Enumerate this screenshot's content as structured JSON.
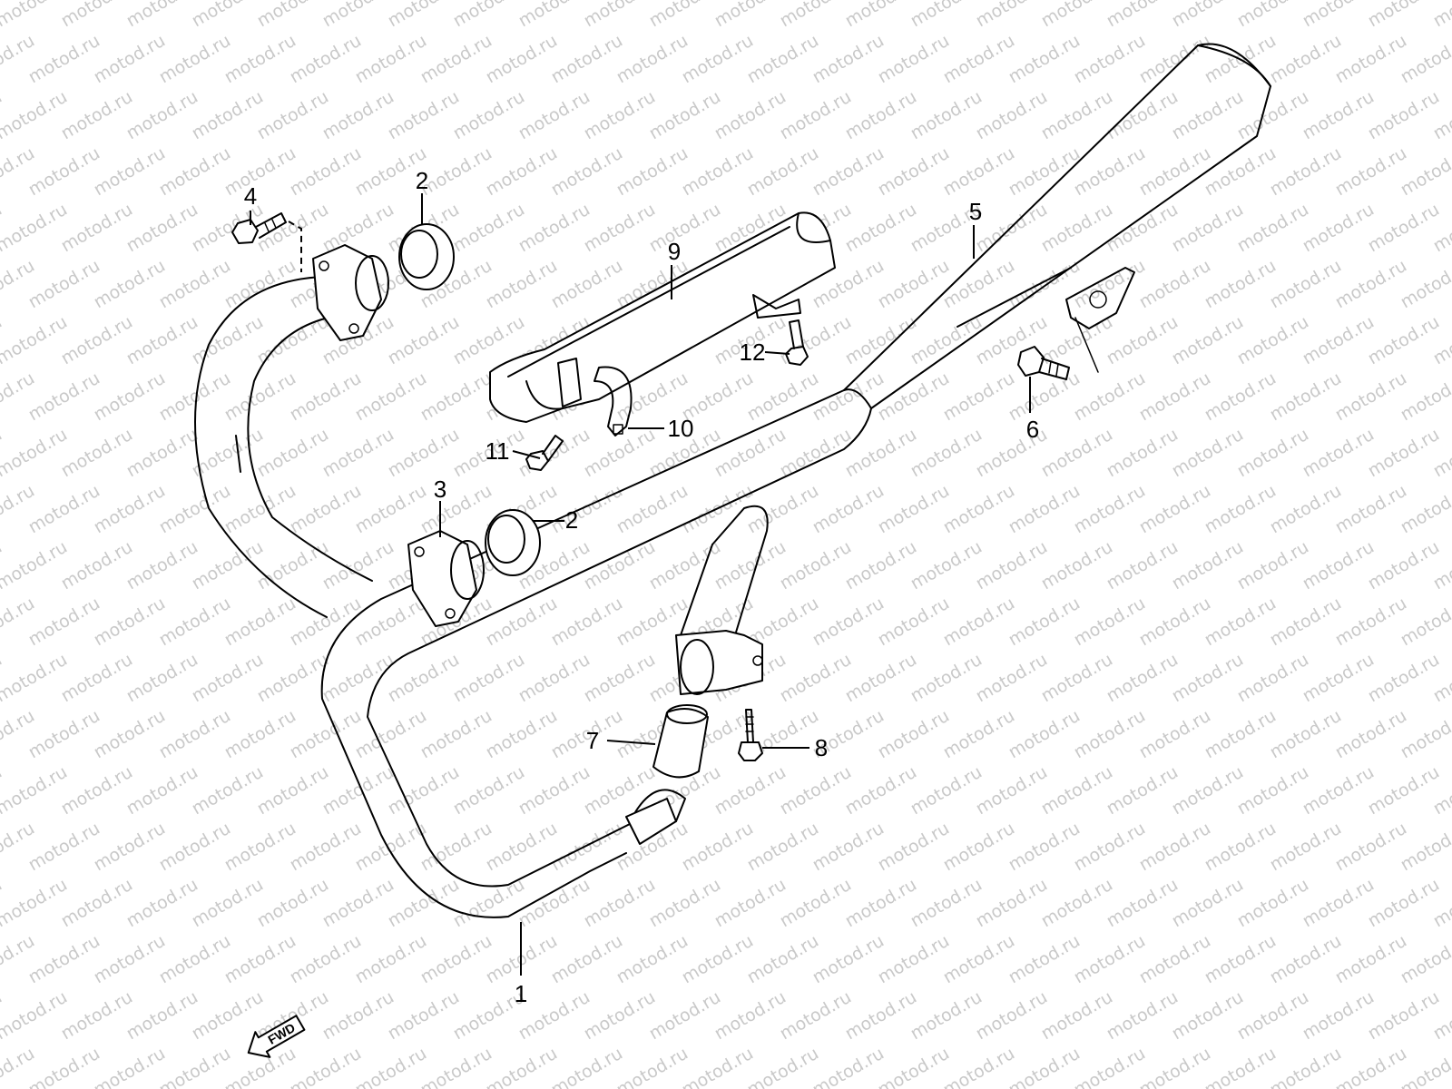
{
  "diagram": {
    "watermark_text": "motod.ru",
    "direction_marker": "FWD",
    "callouts": [
      {
        "id": "1",
        "label": "1"
      },
      {
        "id": "2a",
        "label": "2"
      },
      {
        "id": "2b",
        "label": "2"
      },
      {
        "id": "3",
        "label": "3"
      },
      {
        "id": "4",
        "label": "4"
      },
      {
        "id": "5",
        "label": "5"
      },
      {
        "id": "6",
        "label": "6"
      },
      {
        "id": "7",
        "label": "7"
      },
      {
        "id": "8",
        "label": "8"
      },
      {
        "id": "9",
        "label": "9"
      },
      {
        "id": "10",
        "label": "10"
      },
      {
        "id": "11",
        "label": "11"
      },
      {
        "id": "12",
        "label": "12"
      }
    ],
    "colors": {
      "line": "#000000",
      "watermark": "#c9c9c9",
      "background": "#ffffff"
    }
  }
}
